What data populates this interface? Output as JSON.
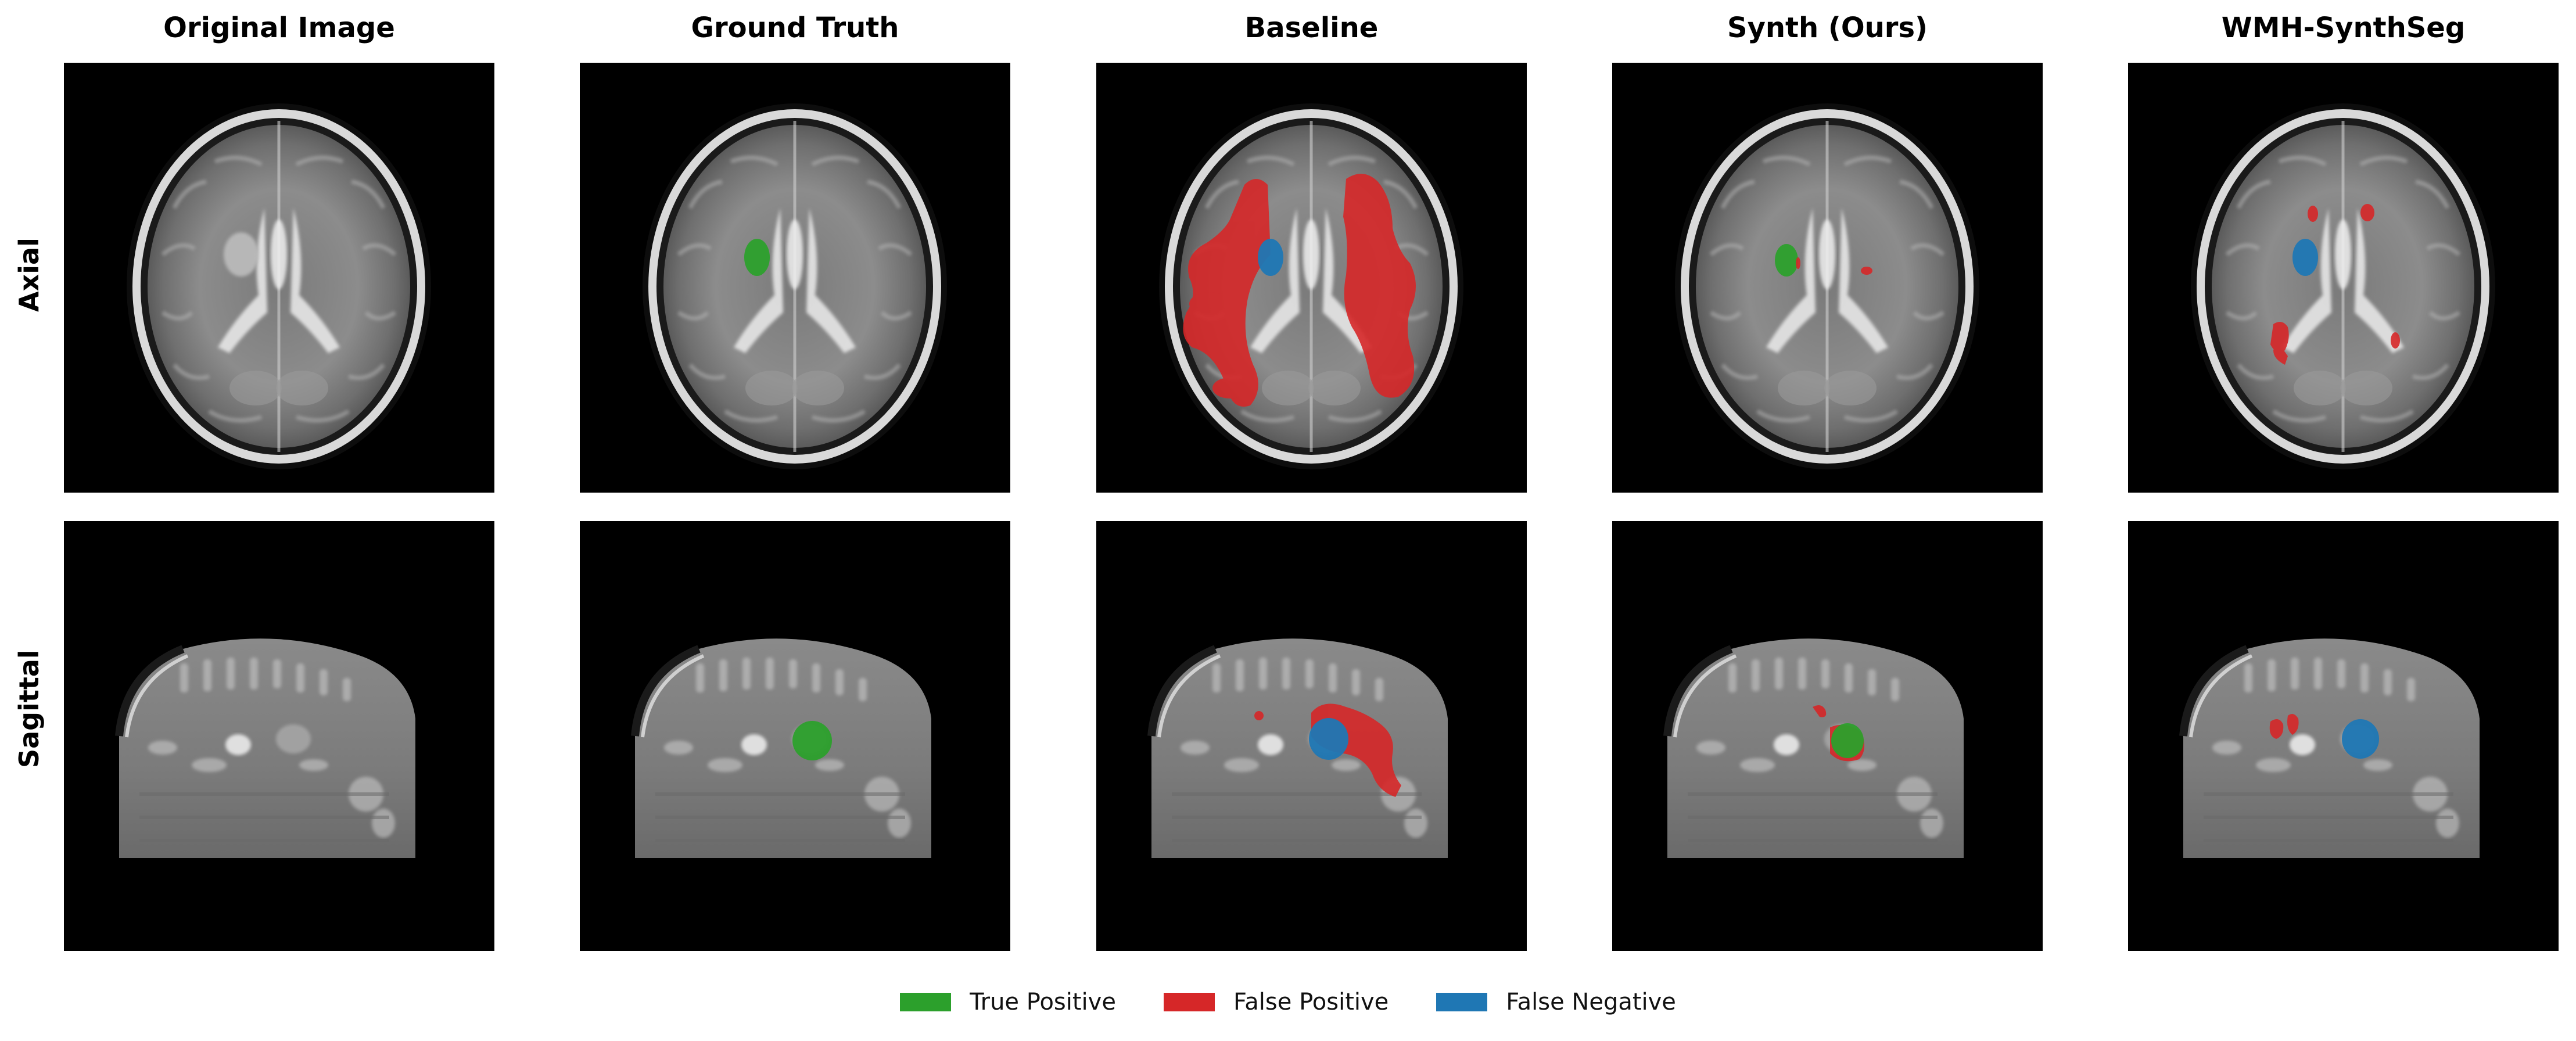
{
  "figure": {
    "columns": [
      {
        "id": "original",
        "title": "Original Image"
      },
      {
        "id": "ground_truth",
        "title": "Ground Truth"
      },
      {
        "id": "baseline",
        "title": "Baseline"
      },
      {
        "id": "synth",
        "title": "Synth (Ours)"
      },
      {
        "id": "wmh_synthseg",
        "title": "WMH-SynthSeg"
      }
    ],
    "rows": [
      {
        "id": "axial",
        "title": "Axial"
      },
      {
        "id": "sagittal",
        "title": "Sagittal"
      }
    ],
    "legend": [
      {
        "id": "tp",
        "label": "True Positive",
        "color": "#2ca02c"
      },
      {
        "id": "fp",
        "label": "False Positive",
        "color": "#d62728"
      },
      {
        "id": "fn",
        "label": "False Negative",
        "color": "#1f77b4"
      }
    ]
  }
}
